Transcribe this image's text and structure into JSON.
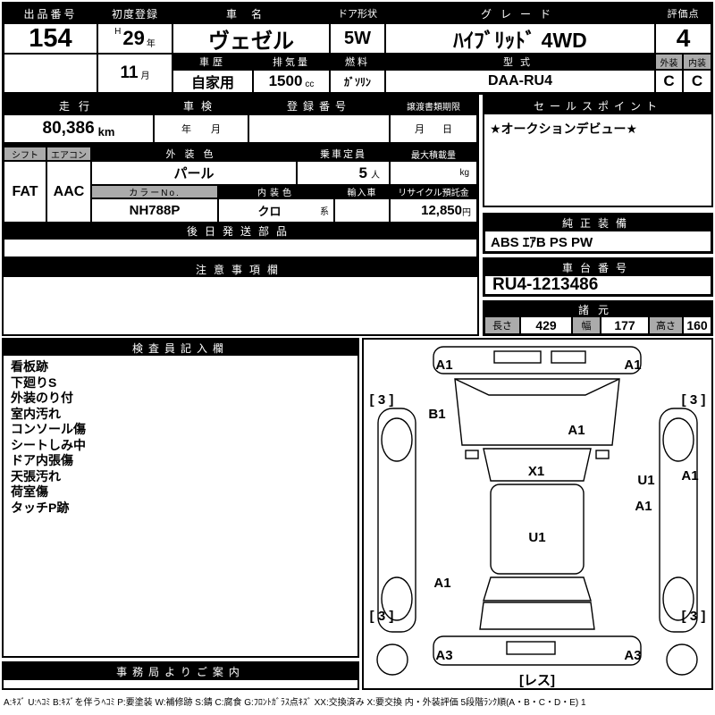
{
  "top": {
    "auction_no": {
      "label": "出品番号",
      "value": "154"
    },
    "first_reg": {
      "label": "初度登録",
      "era": "H",
      "year": "29",
      "year_unit": "年",
      "month": "11",
      "month_unit": "月"
    },
    "car_name": {
      "label": "車名",
      "value": "ヴェゼル"
    },
    "door": {
      "label": "ドア形状",
      "value": "5W"
    },
    "grade": {
      "label": "グレード",
      "value": "ﾊｲﾌﾞﾘｯﾄﾞ 4WD"
    },
    "score": {
      "label": "評価点",
      "value": "4"
    },
    "history": {
      "label": "車歴",
      "value": "自家用"
    },
    "displacement": {
      "label": "排気量",
      "value": "1500",
      "unit": "cc"
    },
    "fuel": {
      "label": "燃料",
      "value": "ｶﾞｿﾘﾝ"
    },
    "model": {
      "label": "型式",
      "value": "DAA-RU4"
    },
    "exterior": {
      "label": "外装",
      "value": "C"
    },
    "interior": {
      "label": "内装",
      "value": "C"
    }
  },
  "band2": {
    "mileage": {
      "label": "走行",
      "value": "80,386",
      "unit": "km"
    },
    "inspection": {
      "label": "車検",
      "year_unit": "年",
      "month_unit": "月"
    },
    "registration": {
      "label": "登録番号",
      "value": ""
    },
    "transfer": {
      "label": "譲渡書類期限",
      "month_unit": "月",
      "day_unit": "日"
    }
  },
  "band3": {
    "shift": {
      "label": "シフト",
      "value": "FAT"
    },
    "aircon": {
      "label": "エアコン",
      "value": "AAC"
    },
    "body_color": {
      "label": "外装色",
      "value": "パール"
    },
    "capacity": {
      "label": "乗車定員",
      "value": "5",
      "unit": "人"
    },
    "max_load": {
      "label": "最大積載量",
      "value": "",
      "unit": "kg"
    },
    "color_no": {
      "label": "カラーNo.",
      "value": "NH788P"
    },
    "interior_color": {
      "label": "内装色",
      "value": "クロ",
      "suffix": "系"
    },
    "import_car": {
      "label": "輸入車",
      "value": ""
    },
    "recycle_deposit": {
      "label": "リサイクル預託金",
      "value": "12,850",
      "unit": "円"
    },
    "later_parts": {
      "label": "後日発送部品"
    }
  },
  "sales_point": {
    "label": "セールスポイント",
    "value": "★オークションデビュー★"
  },
  "equipment": {
    "label": "純正装備",
    "value": "ABS ｴｱB PS PW"
  },
  "chassis": {
    "label": "車台番号",
    "value": "RU4-1213486"
  },
  "specs": {
    "label": "諸元",
    "length_label": "長さ",
    "length": "429",
    "width_label": "幅",
    "width": "177",
    "height_label": "高さ",
    "height": "160"
  },
  "notes": {
    "label": "注意事項欄"
  },
  "inspector": {
    "label": "検査員記入欄",
    "items": [
      "看板跡",
      "下廻りS",
      "外装のり付",
      "室内汚れ",
      "コンソール傷",
      "シートしみ中",
      "ドア内張傷",
      "天張汚れ",
      "荷室傷",
      "タッチP跡"
    ]
  },
  "office": {
    "label": "事務局よりご案内"
  },
  "diagram": {
    "markers": [
      {
        "label": "A1",
        "area": "front-bumper-left"
      },
      {
        "label": "A1",
        "area": "front-bumper-right"
      },
      {
        "label": "[ 3 ]",
        "area": "front-left-tire"
      },
      {
        "label": "[ 3 ]",
        "area": "front-right-tire"
      },
      {
        "label": "B1",
        "area": "left-front-fender"
      },
      {
        "label": "A1",
        "area": "hood"
      },
      {
        "label": "X1",
        "area": "windshield"
      },
      {
        "label": "U1",
        "area": "right-front-pillar"
      },
      {
        "label": "A1",
        "area": "right-side"
      },
      {
        "label": "A1",
        "area": "right-front-door"
      },
      {
        "label": "U1",
        "area": "roof"
      },
      {
        "label": "A1",
        "area": "left-rear-door"
      },
      {
        "label": "[ 3 ]",
        "area": "rear-left-tire"
      },
      {
        "label": "[ 3 ]",
        "area": "rear-right-tire"
      },
      {
        "label": "A3",
        "area": "rear-bumper-left"
      },
      {
        "label": "A3",
        "area": "rear-bumper-right"
      },
      {
        "label": "[レス]",
        "area": "rear-center"
      }
    ]
  },
  "legend": "A:ｷｽﾞ U:ﾍｺﾐ B:ｷｽﾞを伴うﾍｺﾐ P:要塗装 W:補修跡 S:錆 C:腐食 G:ﾌﾛﾝﾄｶﾞﾗｽ点ｷｽﾞ XX:交換済み X:要交換  内・外装評価 5段階ﾗﾝｸ順(A・B・C・D・E) 1"
}
